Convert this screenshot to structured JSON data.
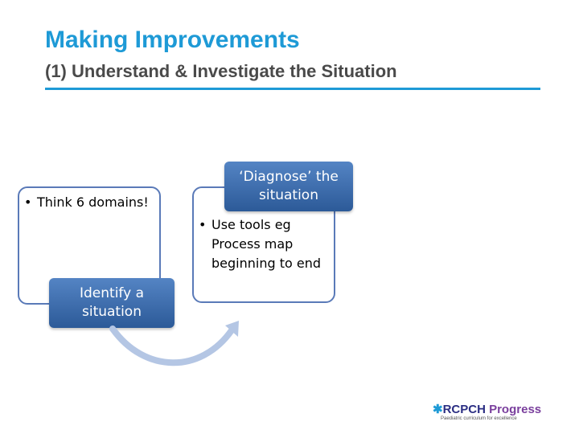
{
  "slide": {
    "title": "Making Improvements",
    "subtitle": "(1) Understand & Investigate the Situation"
  },
  "cycle": {
    "step1": {
      "bullet": "Think 6 domains!",
      "label": "Identify a situation"
    },
    "step2": {
      "bullet": "Use tools eg Process map beginning to end",
      "label": "‘Diagnose’ the situation"
    },
    "bullet_glyph": "•"
  },
  "logo": {
    "star": "✱",
    "rcpch": "RCPCH",
    "progress": "Progress",
    "tagline": "Paediatric curriculum for excellence"
  },
  "colors": {
    "title": "#1e9ad6",
    "subtitle": "#4a4a4a",
    "box_border": "#5a7ab8",
    "pill_fill": "#3b6cb0",
    "arrow": "#b4c6e4"
  },
  "icons": [
    "curved-arrow-icon",
    "rcpch-star-icon"
  ]
}
